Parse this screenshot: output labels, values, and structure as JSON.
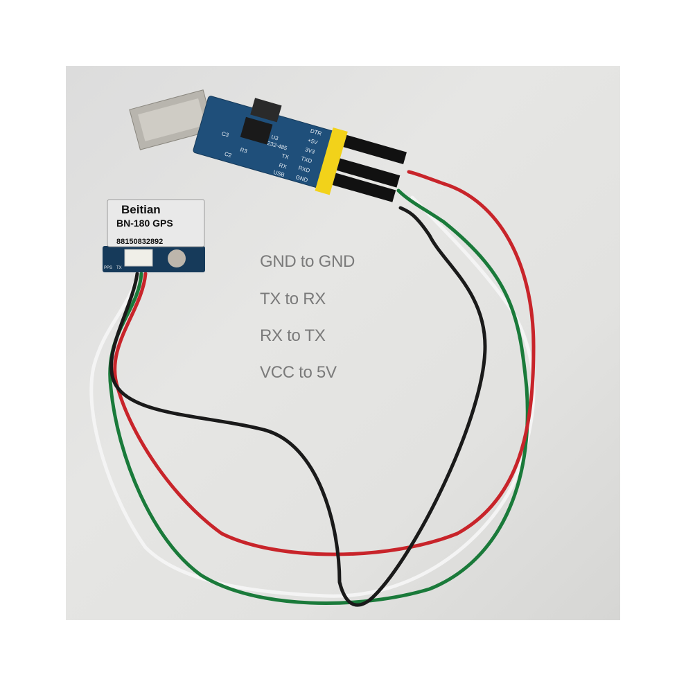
{
  "instructions": [
    "GND to GND",
    "TX to RX",
    "RX to TX",
    "VCC to 5V"
  ],
  "gps_module": {
    "brand": "Beitian",
    "model": "BN-180 GPS",
    "serial": "88150832892",
    "pin_labels": [
      "PPS",
      "TX"
    ]
  },
  "usb_adapter": {
    "pin_labels": [
      "DTR",
      "+5V",
      "3V3",
      "TXD",
      "RXD",
      "GND"
    ],
    "led_labels": [
      "TX",
      "RX",
      "USB"
    ],
    "chip_labels": [
      "U3",
      "232-485",
      "C3",
      "C2",
      "R3"
    ]
  },
  "colors": {
    "background": "#e2e2e0",
    "pcb": "#1f4f7a",
    "header": "#f2d21a",
    "wire_red": "#c8242a",
    "wire_green": "#1a7a3a",
    "wire_white": "#f4f4f4",
    "wire_black": "#1a1a1a",
    "text": "#7a7a7a"
  }
}
